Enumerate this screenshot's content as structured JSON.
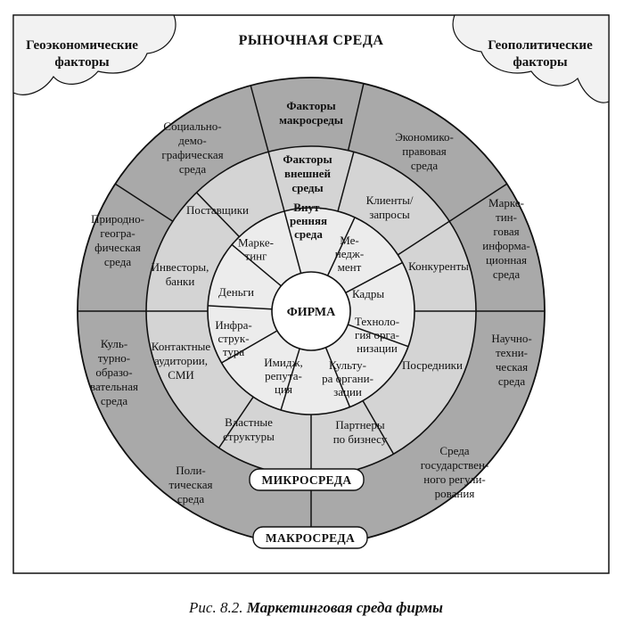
{
  "figure": {
    "outer_title": "РЫНОЧНАЯ СРЕДА",
    "corner_left": [
      "Геоэкономические",
      "факторы"
    ],
    "corner_right": [
      "Геополитические",
      "факторы"
    ],
    "center": "ФИРМА",
    "badge_micro": "МИКРОСРЕДА",
    "badge_macro": "МАКРОСРЕДА",
    "colors": {
      "macro_ring": "#a9a9a9",
      "micro_ring": "#d4d4d4",
      "inner_ring": "#ececec",
      "center": "#ffffff",
      "stroke": "#111111",
      "outer_box": "#f2f2f2"
    }
  },
  "macro_sectors": [
    {
      "lines": [
        "Факторы",
        "макросреды"
      ],
      "bold": true
    },
    {
      "lines": [
        "Экономико-",
        "правовая",
        "среда"
      ]
    },
    {
      "lines": [
        "Марке-",
        "тин-",
        "говая",
        "информа-",
        "ционная",
        "среда"
      ]
    },
    {
      "lines": [
        "Научно-",
        "техни-",
        "ческая",
        "среда"
      ]
    },
    {
      "lines": [
        "Среда",
        "государствен-",
        "ного регули-",
        "рования"
      ]
    },
    {
      "lines": [
        "Поли-",
        "тическая",
        "среда"
      ]
    },
    {
      "lines": [
        "Куль-",
        "турно-",
        "образо-",
        "вательная",
        "среда"
      ]
    },
    {
      "lines": [
        "Природно-",
        "геогра-",
        "фическая",
        "среда"
      ]
    },
    {
      "lines": [
        "Социально-",
        "демо-",
        "графическая",
        "среда"
      ]
    }
  ],
  "micro_sectors": [
    {
      "lines": [
        "Факторы",
        "внешней",
        "среды"
      ],
      "bold": true
    },
    {
      "lines": [
        "Клиенты/",
        "запросы"
      ]
    },
    {
      "lines": [
        "Конкуренты"
      ]
    },
    {
      "lines": [
        "Посредники"
      ]
    },
    {
      "lines": [
        "Партнеры",
        "по бизнесу"
      ]
    },
    {
      "lines": [
        "Властные",
        "структуры"
      ]
    },
    {
      "lines": [
        "Контактные",
        "аудитории,",
        "СМИ"
      ]
    },
    {
      "lines": [
        "Инвесторы,",
        "банки"
      ]
    },
    {
      "lines": [
        "Поставщики"
      ]
    }
  ],
  "inner_sectors": [
    {
      "lines": [
        "Внут-",
        "ренняя",
        "среда"
      ],
      "bold": true
    },
    {
      "lines": [
        "Ме-",
        "недж-",
        "мент"
      ]
    },
    {
      "lines": [
        "Кадры"
      ]
    },
    {
      "lines": [
        "Техноло-",
        "гия орга-",
        "низации"
      ]
    },
    {
      "lines": [
        "Культу-",
        "ра органи-",
        "зации"
      ]
    },
    {
      "lines": [
        "Имидж,",
        "репута-",
        "ция"
      ]
    },
    {
      "lines": [
        "Инфра-",
        "струк-",
        "тура"
      ]
    },
    {
      "lines": [
        "Деньги"
      ]
    },
    {
      "lines": [
        "Марке-",
        "тинг"
      ]
    }
  ],
  "caption": {
    "prefix": "Рис. 8.2. ",
    "title": "Маркетинговая среда фирмы"
  }
}
